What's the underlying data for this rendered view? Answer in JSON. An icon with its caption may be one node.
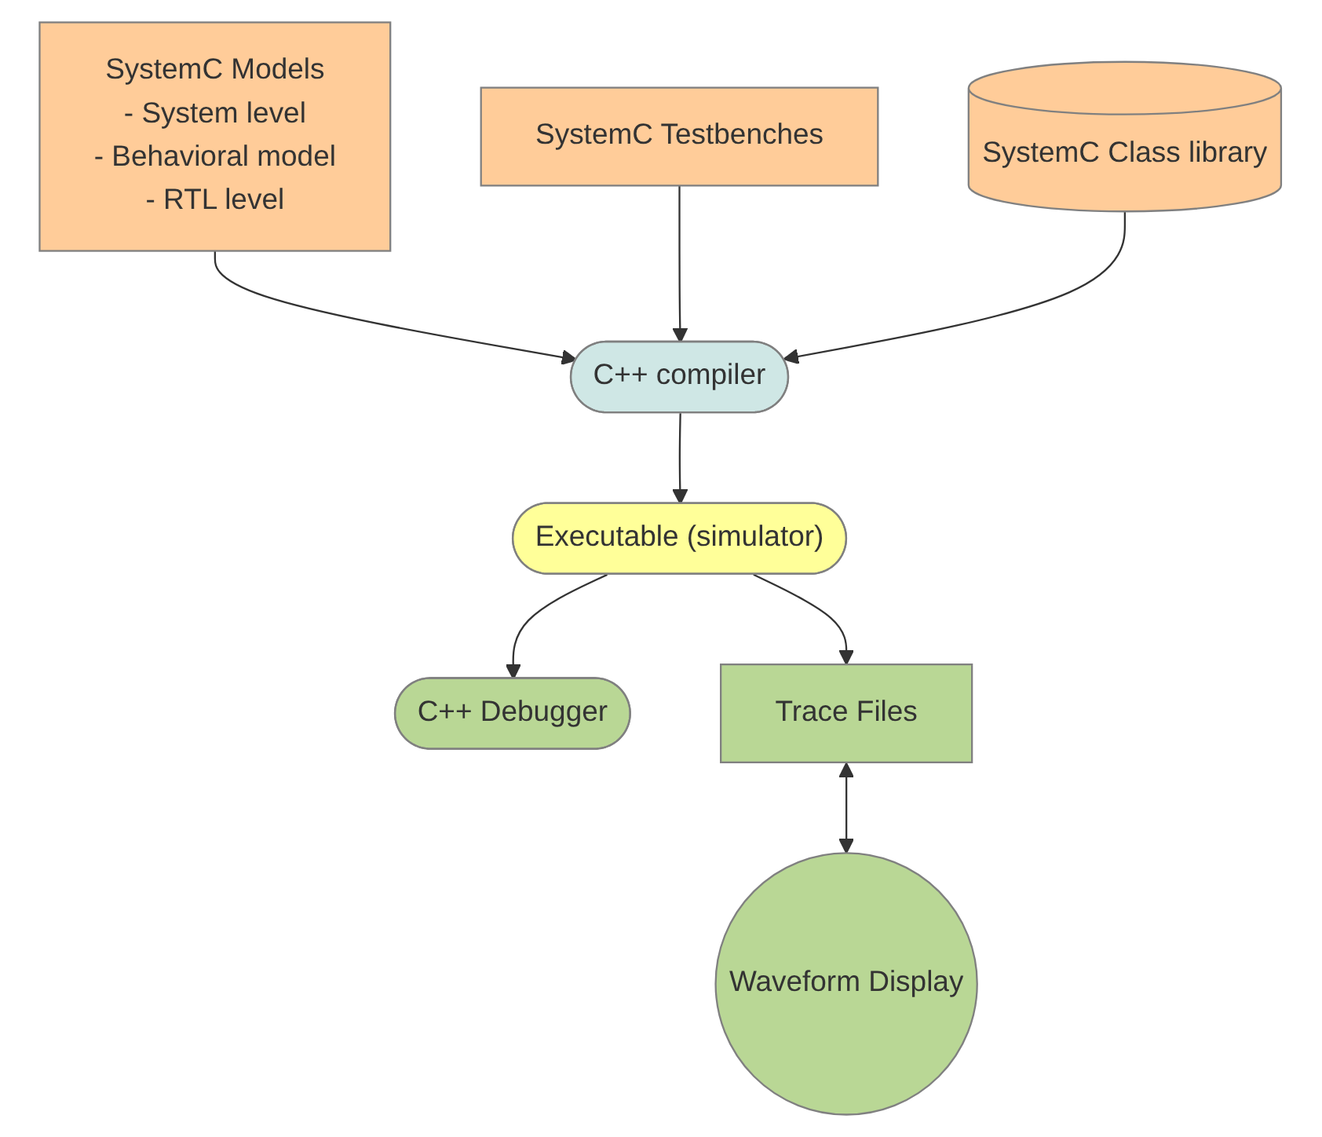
{
  "diagram": {
    "nodes": [
      {
        "text": [
          "SystemC Models",
          "- System level",
          "- Behavioral model",
          "- RTL level"
        ]
      },
      {
        "text": [
          "SystemC Testbenches"
        ]
      },
      {
        "text": [
          "SystemC Class library"
        ]
      },
      {
        "text": [
          "C++ compiler"
        ]
      },
      {
        "text": [
          "Executable (simulator)"
        ]
      },
      {
        "text": [
          "C++ Debugger"
        ]
      },
      {
        "text": [
          "Trace Files"
        ]
      },
      {
        "text": [
          "Waveform Display"
        ]
      }
    ],
    "edges": [
      {
        "from": 0,
        "to": 3,
        "arrow": "to"
      },
      {
        "from": 1,
        "to": 3,
        "arrow": "to"
      },
      {
        "from": 2,
        "to": 3,
        "arrow": "to"
      },
      {
        "from": 3,
        "to": 4,
        "arrow": "to"
      },
      {
        "from": 4,
        "to": 5,
        "arrow": "to"
      },
      {
        "from": 4,
        "to": 6,
        "arrow": "to"
      },
      {
        "from": 6,
        "to": 7,
        "arrow": "both"
      }
    ]
  }
}
